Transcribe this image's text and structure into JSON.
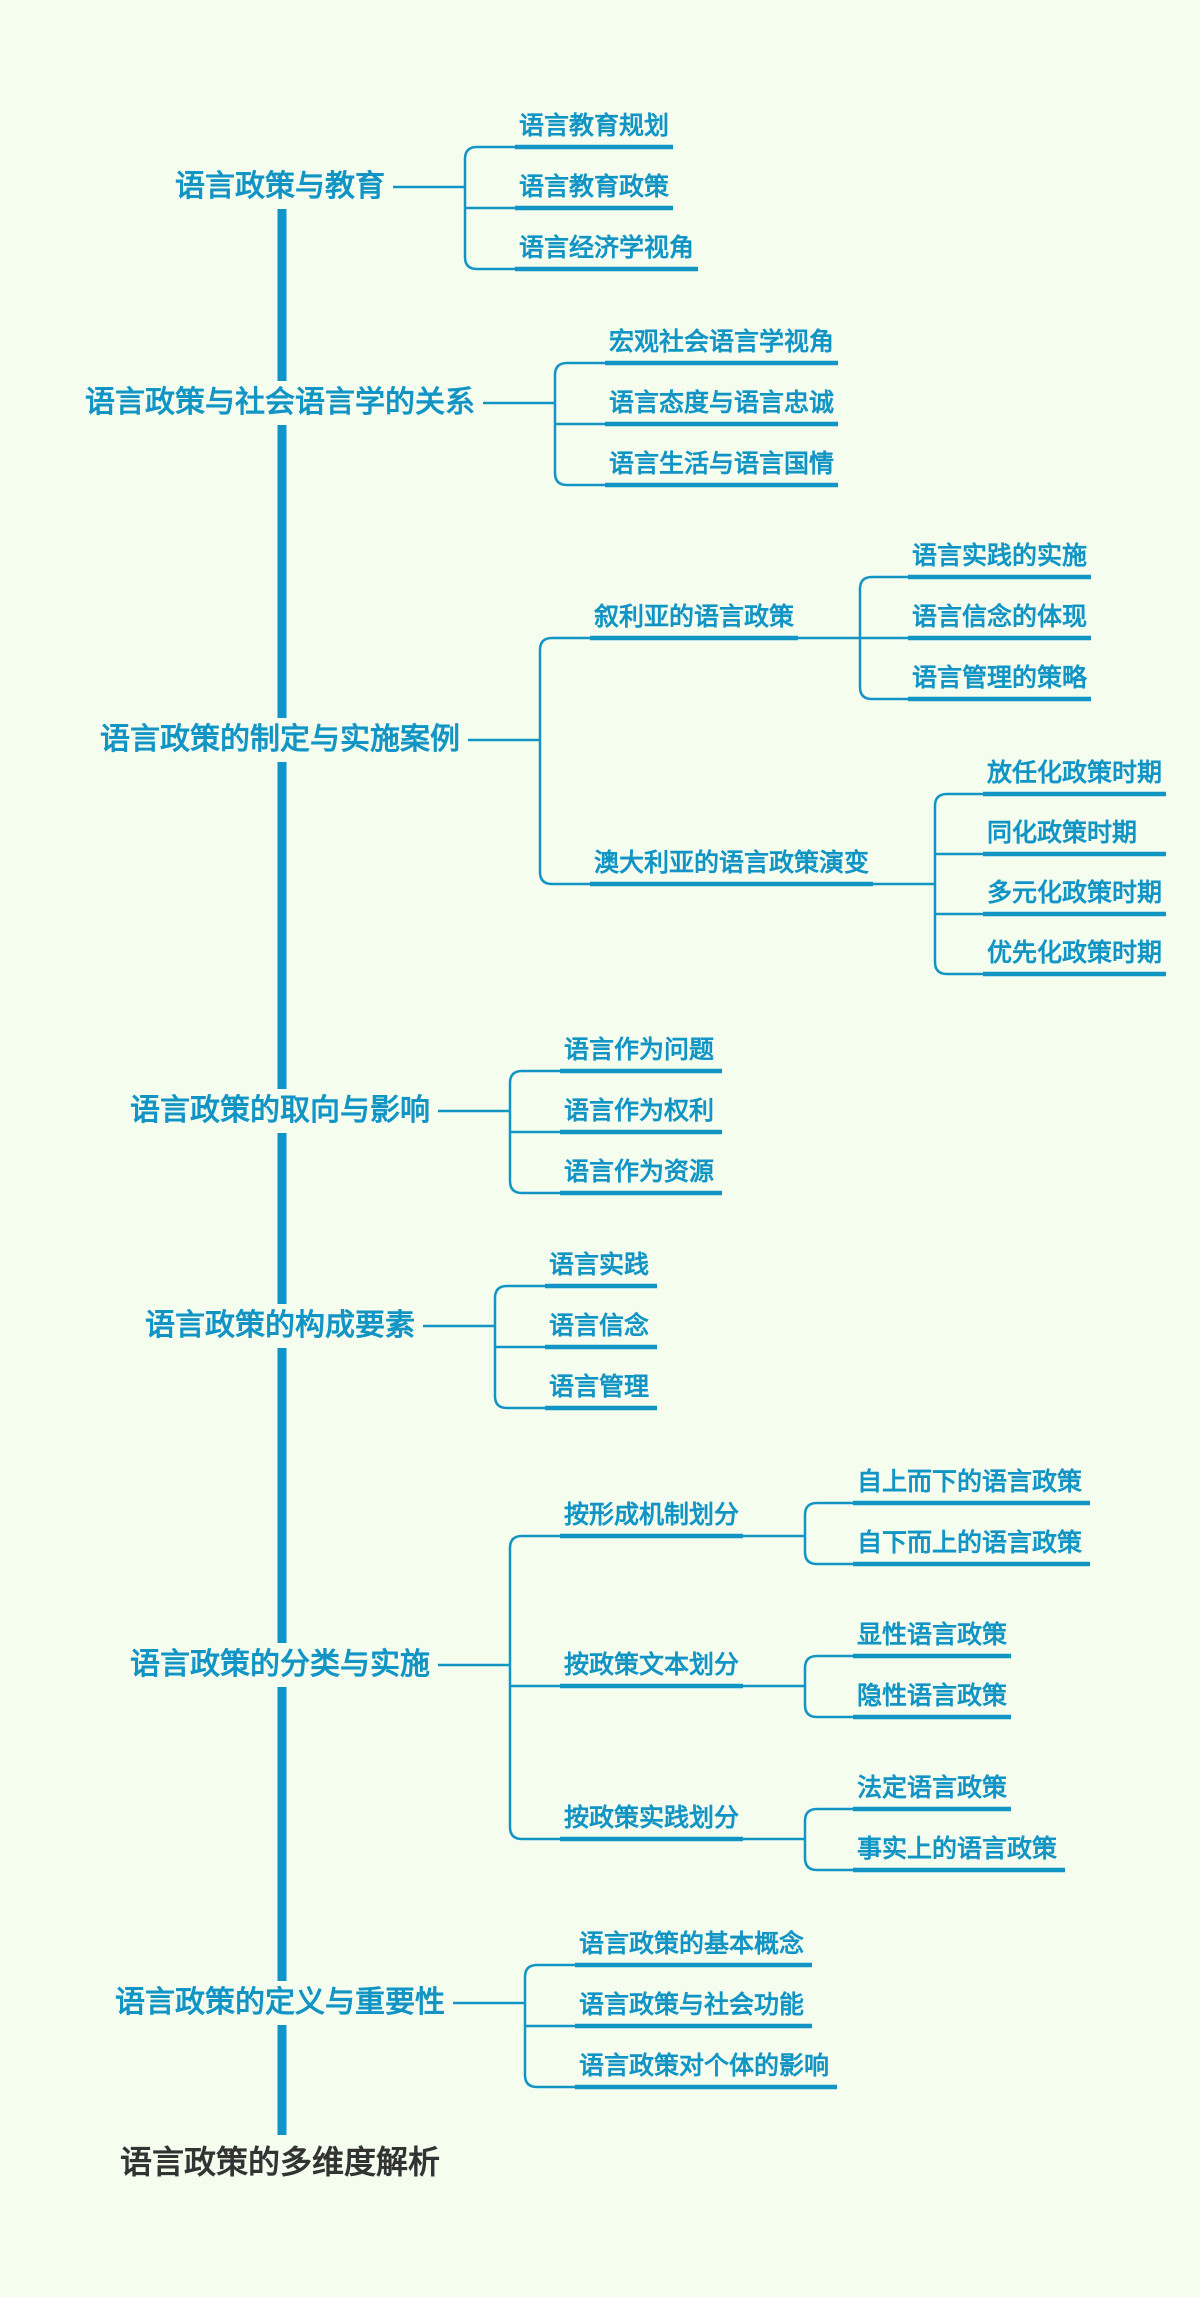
{
  "colors": {
    "background": "#f4fdee",
    "branch_accent": "#1295c5",
    "trunk": "#0f93c8",
    "root_text": "#333333"
  },
  "root": {
    "label": "语言政策的多维度解析"
  },
  "branches": [
    {
      "label": "语言政策与教育",
      "children": [
        {
          "label": "语言教育规划"
        },
        {
          "label": "语言教育政策"
        },
        {
          "label": "语言经济学视角"
        }
      ]
    },
    {
      "label": "语言政策与社会语言学的关系",
      "children": [
        {
          "label": "宏观社会语言学视角"
        },
        {
          "label": "语言态度与语言忠诚"
        },
        {
          "label": "语言生活与语言国情"
        }
      ]
    },
    {
      "label": "语言政策的制定与实施案例",
      "children": [
        {
          "label": "叙利亚的语言政策",
          "children": [
            {
              "label": "语言实践的实施"
            },
            {
              "label": "语言信念的体现"
            },
            {
              "label": "语言管理的策略"
            }
          ]
        },
        {
          "label": "澳大利亚的语言政策演变",
          "children": [
            {
              "label": "放任化政策时期"
            },
            {
              "label": "同化政策时期"
            },
            {
              "label": "多元化政策时期"
            },
            {
              "label": "优先化政策时期"
            }
          ]
        }
      ]
    },
    {
      "label": "语言政策的取向与影响",
      "children": [
        {
          "label": "语言作为问题"
        },
        {
          "label": "语言作为权利"
        },
        {
          "label": "语言作为资源"
        }
      ]
    },
    {
      "label": "语言政策的构成要素",
      "children": [
        {
          "label": "语言实践"
        },
        {
          "label": "语言信念"
        },
        {
          "label": "语言管理"
        }
      ]
    },
    {
      "label": "语言政策的分类与实施",
      "children": [
        {
          "label": "按形成机制划分",
          "children": [
            {
              "label": "自上而下的语言政策"
            },
            {
              "label": "自下而上的语言政策"
            }
          ]
        },
        {
          "label": "按政策文本划分",
          "children": [
            {
              "label": "显性语言政策"
            },
            {
              "label": "隐性语言政策"
            }
          ]
        },
        {
          "label": "按政策实践划分",
          "children": [
            {
              "label": "法定语言政策"
            },
            {
              "label": "事实上的语言政策"
            }
          ]
        }
      ]
    },
    {
      "label": "语言政策的定义与重要性",
      "children": [
        {
          "label": "语言政策的基本概念"
        },
        {
          "label": "语言政策与社会功能"
        },
        {
          "label": "语言政策对个体的影响"
        }
      ]
    }
  ]
}
